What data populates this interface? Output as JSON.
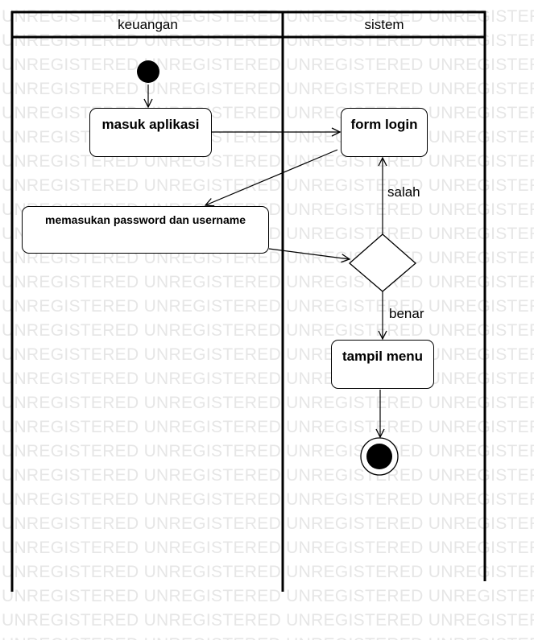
{
  "diagram": {
    "type": "uml-activity",
    "lanes": [
      {
        "id": "keuangan",
        "label": "keuangan"
      },
      {
        "id": "sistem",
        "label": "sistem"
      }
    ],
    "nodes": {
      "start": {
        "kind": "initial",
        "lane": "keuangan"
      },
      "masuk_aplikasi": {
        "kind": "action",
        "lane": "keuangan",
        "label": "masuk aplikasi"
      },
      "form_login": {
        "kind": "action",
        "lane": "sistem",
        "label": "form login"
      },
      "input_credentials": {
        "kind": "action",
        "lane": "keuangan",
        "label": "memasukan password dan username"
      },
      "decision": {
        "kind": "decision",
        "lane": "sistem"
      },
      "tampil_menu": {
        "kind": "action",
        "lane": "sistem",
        "label": "tampil menu"
      },
      "end": {
        "kind": "final",
        "lane": "sistem"
      }
    },
    "edges": [
      {
        "from": "start",
        "to": "masuk_aplikasi"
      },
      {
        "from": "masuk_aplikasi",
        "to": "form_login"
      },
      {
        "from": "form_login",
        "to": "input_credentials"
      },
      {
        "from": "input_credentials",
        "to": "decision"
      },
      {
        "from": "decision",
        "to": "form_login",
        "guard": "salah"
      },
      {
        "from": "decision",
        "to": "tampil_menu",
        "guard": "benar"
      },
      {
        "from": "tampil_menu",
        "to": "end"
      }
    ]
  },
  "watermark": {
    "text": "UNREGISTERED",
    "color": "#e6e6e6"
  }
}
